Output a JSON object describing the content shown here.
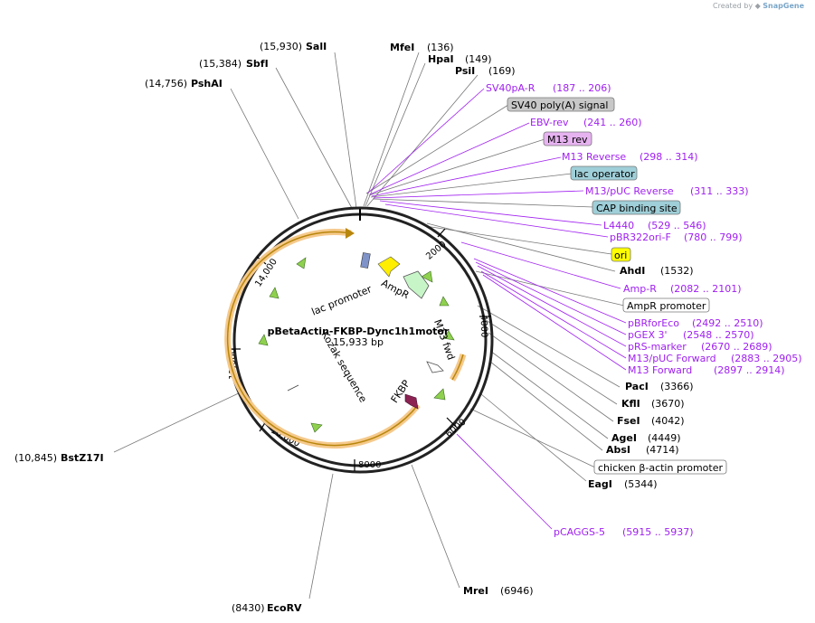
{
  "watermark": {
    "prefix": "Created by",
    "brand": "SnapGene"
  },
  "plasmid": {
    "name": "pBetaActin-FKBP-Dync1h1motor",
    "size_label": "15,933 bp"
  },
  "ticks": [
    "2000",
    "4000",
    "6000",
    "8000",
    "10,000",
    "12,000",
    "14,000"
  ],
  "enzymes": [
    {
      "name": "SalI",
      "pos": "(15,930)"
    },
    {
      "name": "SbfI",
      "pos": "(15,384)"
    },
    {
      "name": "PshAI",
      "pos": "(14,756)"
    },
    {
      "name": "MfeI",
      "pos": "(136)"
    },
    {
      "name": "HpaI",
      "pos": "(149)"
    },
    {
      "name": "PsiI",
      "pos": "(169)"
    },
    {
      "name": "AhdI",
      "pos": "(1532)"
    },
    {
      "name": "PacI",
      "pos": "(3366)"
    },
    {
      "name": "KflI",
      "pos": "(3670)"
    },
    {
      "name": "FseI",
      "pos": "(4042)"
    },
    {
      "name": "AgeI",
      "pos": "(4449)"
    },
    {
      "name": "AbsI",
      "pos": "(4714)"
    },
    {
      "name": "EagI",
      "pos": "(5344)"
    },
    {
      "name": "BstZ17I",
      "pos": "(10,845)"
    },
    {
      "name": "MreI",
      "pos": "(6946)"
    },
    {
      "name": "EcoRV",
      "pos": "(8430)"
    }
  ],
  "primers": [
    {
      "name": "SV40pA-R",
      "range": "(187 .. 206)"
    },
    {
      "name": "EBV-rev",
      "range": "(241 .. 260)"
    },
    {
      "name": "M13 Reverse",
      "range": "(298 .. 314)"
    },
    {
      "name": "M13/pUC Reverse",
      "range": "(311 .. 333)"
    },
    {
      "name": "L4440",
      "range": "(529 .. 546)"
    },
    {
      "name": "pBR322ori-F",
      "range": "(780 .. 799)"
    },
    {
      "name": "Amp-R",
      "range": "(2082 .. 2101)"
    },
    {
      "name": "pBRforEco",
      "range": "(2492 .. 2510)"
    },
    {
      "name": "pGEX 3'",
      "range": "(2548 .. 2570)"
    },
    {
      "name": "pRS-marker",
      "range": "(2670 .. 2689)"
    },
    {
      "name": "M13/pUC Forward",
      "range": "(2883 .. 2905)"
    },
    {
      "name": "M13 Forward",
      "range": "(2897 .. 2914)"
    },
    {
      "name": "pCAGGS-5",
      "range": "(5915 .. 5937)"
    }
  ],
  "features": [
    {
      "label": "SV40 poly(A) signal",
      "color": "#c8c8c8"
    },
    {
      "label": "M13 rev",
      "color": "#e6b3f0"
    },
    {
      "label": "lac operator",
      "color": "#9fcfd8"
    },
    {
      "label": "CAP binding site",
      "color": "#9fcfd8"
    },
    {
      "label": "ori",
      "color": "#ffff00"
    },
    {
      "label": "AmpR promoter",
      "color": "#ffffff"
    },
    {
      "label": "chicken β-actin promoter",
      "color": "#ffffff"
    }
  ],
  "inner_labels": [
    "lac promoter",
    "AmpR",
    "M13 fwd",
    "FKBP",
    "Kozak sequence"
  ],
  "colors": {
    "primer": "#a020f0",
    "orf_highlight": "#f5c98b",
    "orf_line": "#b8860b",
    "arrow_green": "#8fd14f",
    "ampr_fill": "#c8f5c8",
    "lac_yellow": "#ffee00",
    "fkbp": "#8b2252"
  }
}
